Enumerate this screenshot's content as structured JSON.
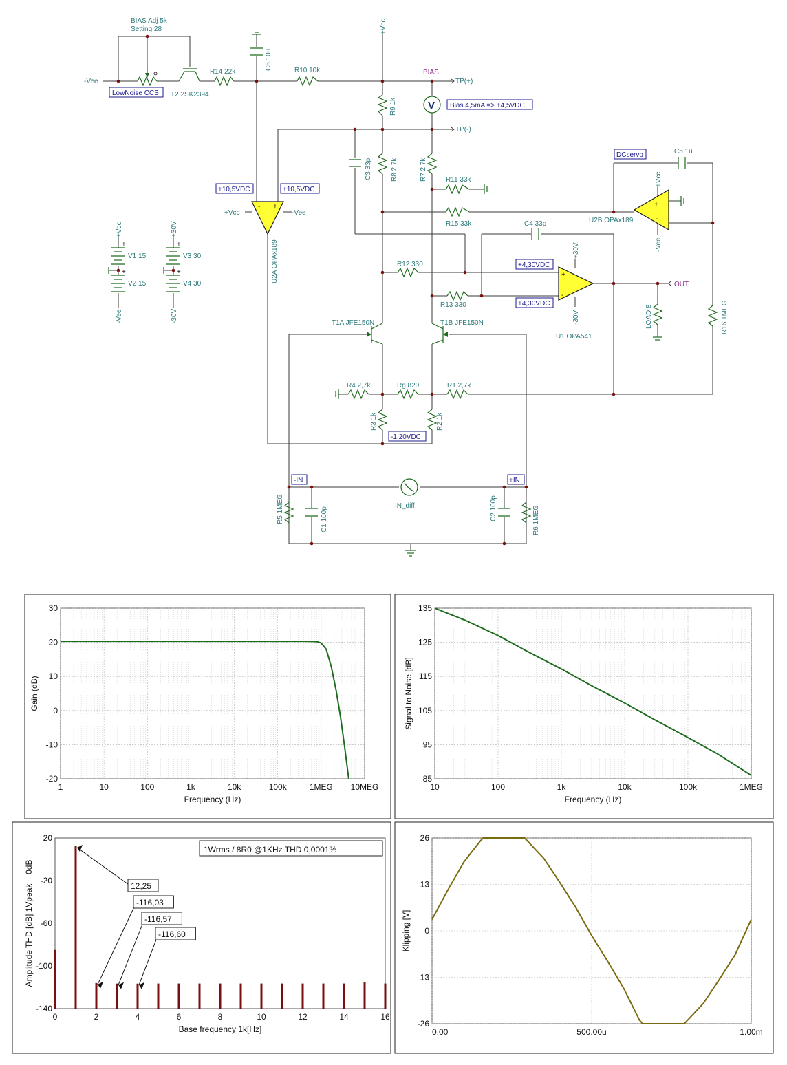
{
  "schematic": {
    "labels": {
      "bias_adj": "BIAS Adj 5k",
      "setting": "Setting 28",
      "vee_in": "-Vee",
      "r14": "R14 22k",
      "c6": "C6 10u",
      "r10": "R10 10k",
      "vcc_top": "+Vcc",
      "bias": "BIAS",
      "tp_plus": "TP(+)",
      "tp_minus": "TP(-)",
      "lownoise_ccs": "LowNoise CCS",
      "t2": "T2 2SK2394",
      "r9": "R9 1k",
      "bias_meter": "Bias 4,5mA => +4,5VDC",
      "c3": "C3 33p",
      "r8": "R8 2,7k",
      "r7": "R7 2,7k",
      "r11": "R11 33k",
      "dcservo": "DCservo",
      "c5": "C5 1u",
      "vcc_servo": "+Vcc",
      "r15": "R15 33k",
      "u2b": "U2B OPAx189",
      "vee_servo": "-Vee",
      "c4": "C4 33p",
      "v105a": "+10,5VDC",
      "v105b": "+10,5VDC",
      "vcc_u2a": "+Vcc",
      "vee_u2a": "-Vee",
      "u2a": "U2A OPAx189",
      "r12": "R12 330",
      "v430a": "+4,30VDC",
      "v30_u1": "+30V",
      "out": "OUT",
      "r13": "R13 330",
      "v430b": "+4,30VDC",
      "vm30_u1": "-30V",
      "load": "LOAD 8",
      "r16": "R16 1MEG",
      "u1": "U1 OPA541",
      "t1a": "T1A JFE150N",
      "t1b": "T1B JFE150N",
      "r4": "R4 2,7k",
      "rg": "Rg 820",
      "r1": "R1 2,7k",
      "r3": "R3 1k",
      "r2": "R2 1k",
      "vm120": "-1,20VDC",
      "in_minus": "-IN",
      "in_plus": "+IN",
      "r5": "R5 1MEG",
      "c1": "C1 100p",
      "in_diff": "IN_diff",
      "c2": "C2 100p",
      "r6": "R6 1MEG",
      "v1_vcc": "+Vcc",
      "v1": "V1 15",
      "v2": "V2 15",
      "v2_vee": "-Vee",
      "v3_30": "+30V",
      "v3": "V3 30",
      "v4": "V4 30",
      "v4_m30": "-30V"
    }
  },
  "chart_data": [
    {
      "type": "line",
      "xlabel": "Frequency (Hz)",
      "ylabel": "Gain (dB)",
      "x_scale": "log",
      "xlim": [
        1,
        10000000
      ],
      "ylim": [
        -20,
        30
      ],
      "x_ticks": [
        "1",
        "10",
        "100",
        "1k",
        "10k",
        "100k",
        "1MEG",
        "10MEG"
      ],
      "y_ticks": [
        "30",
        "20",
        "10",
        "0",
        "-10",
        "-20"
      ],
      "grid": true,
      "color": "#1e6b1e",
      "series": [
        {
          "x": [
            1,
            10,
            100,
            1000,
            10000,
            100000,
            500000,
            800000,
            1000000,
            1300000,
            1700000,
            2200000,
            2800000,
            3500000,
            4300000
          ],
          "y": [
            20.3,
            20.3,
            20.3,
            20.3,
            20.3,
            20.3,
            20.3,
            20.2,
            19.8,
            18,
            13,
            6,
            -2,
            -11,
            -20
          ]
        }
      ]
    },
    {
      "type": "line",
      "xlabel": "Frequency (Hz)",
      "ylabel": "Signal to Noise [dB]",
      "x_scale": "log",
      "xlim": [
        10,
        1000000
      ],
      "ylim": [
        85,
        135
      ],
      "x_ticks": [
        "10",
        "100",
        "1k",
        "10k",
        "100k",
        "1MEG"
      ],
      "y_ticks": [
        "135",
        "125",
        "115",
        "105",
        "95",
        "85"
      ],
      "grid": true,
      "color": "#1e6b1e",
      "series": [
        {
          "x": [
            10,
            30,
            100,
            300,
            1000,
            3000,
            10000,
            30000,
            100000,
            300000,
            1000000
          ],
          "y": [
            135,
            131.5,
            127,
            122.2,
            117.2,
            112.3,
            107.2,
            102.3,
            97.1,
            92.2,
            86
          ]
        }
      ]
    },
    {
      "type": "bar",
      "title": "1Wrms / 8R0 @1KHz THD 0,0001%",
      "xlabel": "Base frequency 1k[Hz]",
      "ylabel": "Amplitude THD [dB] 1Vpeak = 0dB",
      "xlim": [
        0,
        16
      ],
      "ylim": [
        -140,
        20
      ],
      "x_ticks": [
        "0",
        "2",
        "4",
        "6",
        "8",
        "10",
        "12",
        "14",
        "16"
      ],
      "y_ticks": [
        "20",
        "-20",
        "-60",
        "-100",
        "-140"
      ],
      "grid": false,
      "color": "#7a0f0f",
      "x": [
        0,
        1,
        2,
        3,
        4,
        5,
        6,
        7,
        8,
        9,
        10,
        11,
        12,
        13,
        14,
        15,
        16
      ],
      "values": [
        -85,
        12.25,
        -116.03,
        -116.57,
        -116.6,
        -116.5,
        -116.5,
        -116.5,
        -116.5,
        -116.5,
        -116.5,
        -116.5,
        -116.5,
        -116.5,
        -116.5,
        -115.5,
        -116.5
      ],
      "annotations": [
        {
          "text": "12,25",
          "x": 1
        },
        {
          "text": "-116,03",
          "x": 2
        },
        {
          "text": "-116,57",
          "x": 3
        },
        {
          "text": "-116,60",
          "x": 4
        }
      ]
    },
    {
      "type": "line",
      "ylabel": "Klipping [V]",
      "xlim": [
        0,
        0.001
      ],
      "ylim": [
        -26,
        26
      ],
      "x_ticks": [
        "0.00",
        "500.00u",
        "1.00m"
      ],
      "y_ticks": [
        "26",
        "13",
        "0",
        "-13",
        "-26"
      ],
      "grid": true,
      "color": "#7a6a10",
      "series": [
        {
          "x": [
            0,
            5e-05,
            0.0001,
            0.00015,
            0.00016,
            0.00029,
            0.00035,
            0.0004,
            0.00045,
            0.0005,
            0.00055,
            0.0006,
            0.00065,
            0.00066,
            0.00079,
            0.00085,
            0.0009,
            0.00095,
            0.001
          ],
          "y": [
            3.2,
            11.5,
            19.3,
            25,
            26,
            26,
            20.3,
            13.6,
            6.6,
            -1.3,
            -8.5,
            -16,
            -25,
            -26,
            -26,
            -20.3,
            -13.6,
            -6.6,
            3.2
          ]
        }
      ]
    }
  ]
}
